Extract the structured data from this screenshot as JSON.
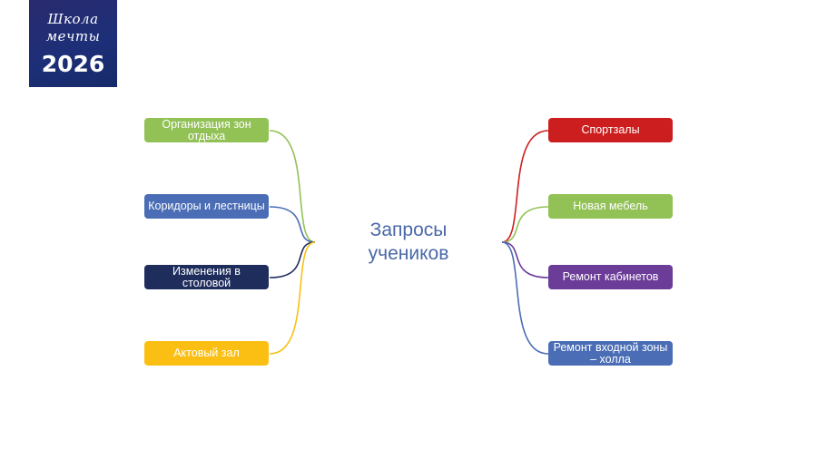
{
  "logo": {
    "line1": "Школа",
    "line2": "мечты",
    "year": "2026"
  },
  "center": {
    "line1": "Запросы",
    "line2": "учеников",
    "color": "#4a67a8"
  },
  "left_nodes": [
    {
      "label": "Организация зон отдыха",
      "color": "#92c156"
    },
    {
      "label": "Коридоры и лестницы",
      "color": "#4a6db5"
    },
    {
      "label": "Изменения в столовой",
      "color": "#1f2d5c"
    },
    {
      "label": "Актовый зал",
      "color": "#fbbf13"
    }
  ],
  "right_nodes": [
    {
      "label": "Спортзалы",
      "color": "#cd1e1f"
    },
    {
      "label": "Новая мебель",
      "color": "#92c156"
    },
    {
      "label": "Ремонт кабинетов",
      "color": "#6b3c98"
    },
    {
      "label": "Ремонт входной зоны – холла",
      "color": "#4a6db5"
    }
  ]
}
